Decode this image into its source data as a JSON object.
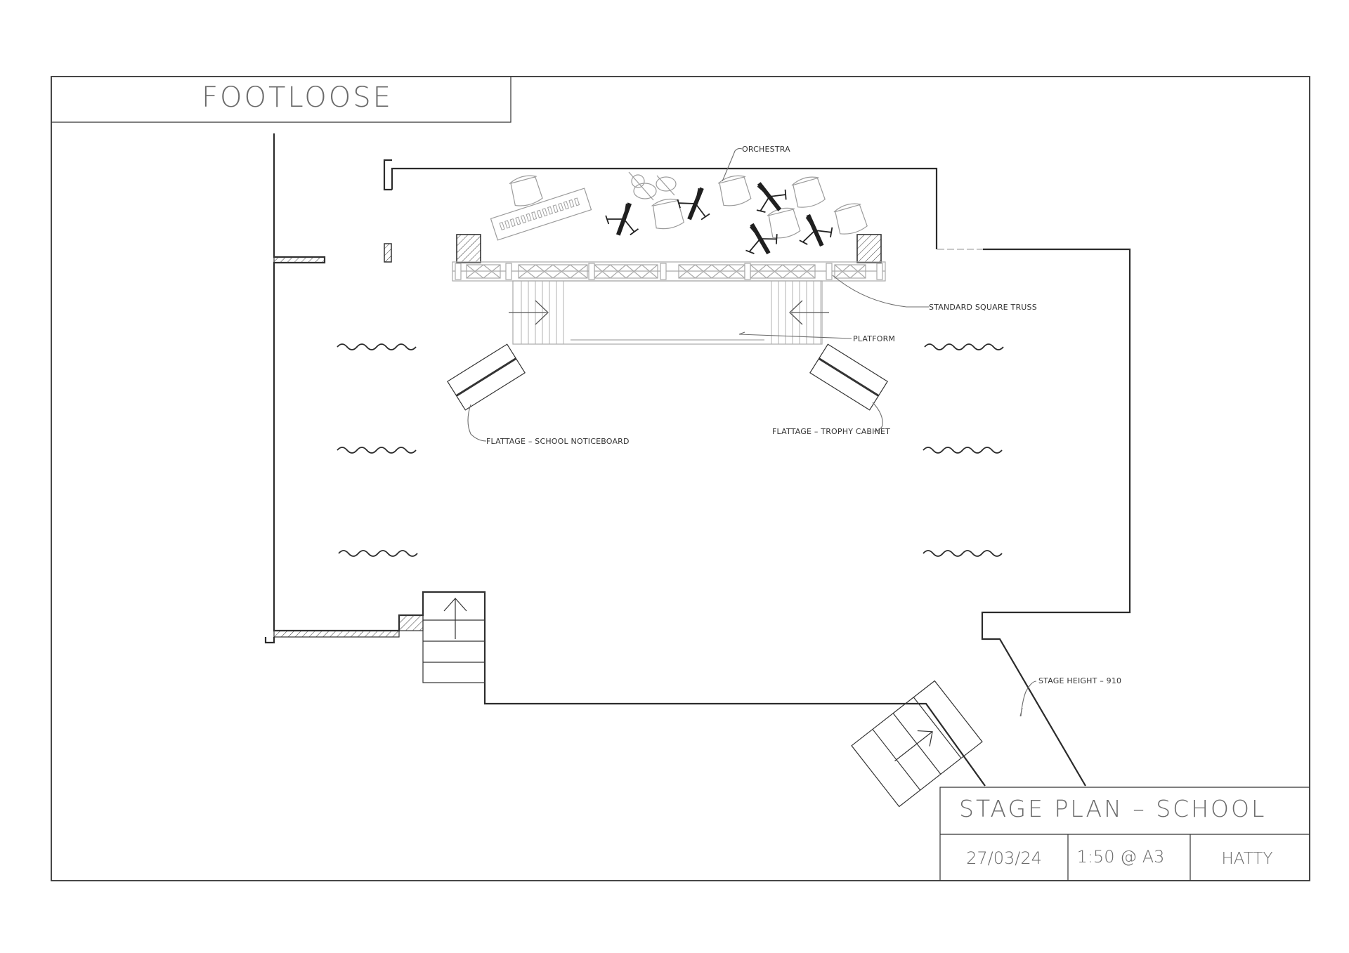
{
  "production": {
    "title": "FOOTLOOSE"
  },
  "title_block": {
    "drawing_title": "STAGE PLAN – SCHOOL",
    "date": "27/03/24",
    "scale": "1:50 @ A3",
    "author": "HATTY"
  },
  "labels": {
    "orchestra": "ORCHESTRA",
    "truss": "STANDARD SQUARE TRUSS",
    "platform": "PLATFORM",
    "flat_left": "FLATTAGE – SCHOOL NOTICEBOARD",
    "flat_right": "FLATTAGE – TROPHY CABINET",
    "stage_height": "STAGE HEIGHT – 910"
  },
  "icons": {
    "music_stand": "music-stand-icon",
    "chair": "chair-icon",
    "keyboard": "keyboard-icon",
    "stair_arrow": "arrow-icon",
    "curtain": "wave-curtain-icon"
  }
}
